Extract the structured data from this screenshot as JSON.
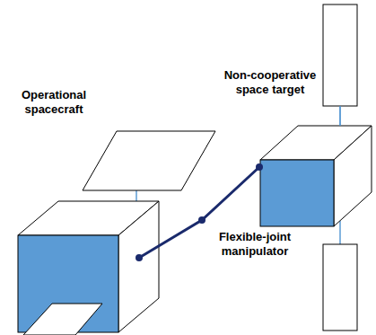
{
  "diagram": {
    "labels": [
      "Operational spacecraft",
      "Non-cooperative space target",
      "Flexible-joint manipulator"
    ]
  }
}
